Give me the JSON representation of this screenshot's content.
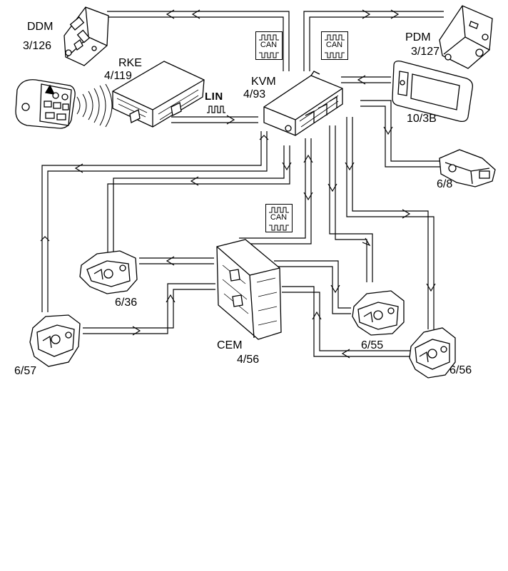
{
  "modules": {
    "ddm": {
      "name": "DDM",
      "id": "3/126"
    },
    "pdm": {
      "name": "PDM",
      "id": "3/127"
    },
    "rke": {
      "name": "RKE",
      "id": "4/119"
    },
    "kvm": {
      "name": "KVM",
      "id": "4/93"
    },
    "cem": {
      "name": "CEM",
      "id": "4/56"
    },
    "handle": {
      "id": "10/3B"
    },
    "lock_tailgate": {
      "id": "6/8"
    },
    "lock_front_left": {
      "id": "6/36"
    },
    "lock_rear_left": {
      "id": "6/57"
    },
    "lock_front_right": {
      "id": "6/55"
    },
    "lock_rear_right": {
      "id": "6/56"
    }
  },
  "bus": {
    "can_label": "CAN",
    "lin_label": "LIN"
  }
}
